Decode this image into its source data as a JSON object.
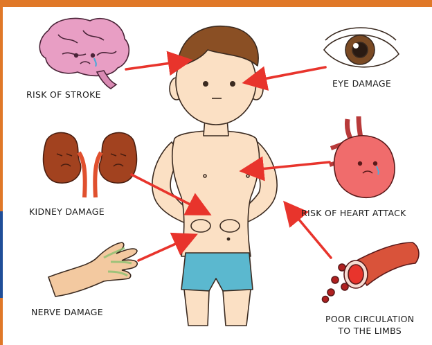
{
  "labels": {
    "stroke": "RISK OF STROKE",
    "eye": "EYE DAMAGE",
    "kidney": "KIDNEY DAMAGE",
    "heart": "RISK OF HEART ATTACK",
    "nerve": "NERVE DAMAGE",
    "circulation_line1": "POOR CIRCULATION",
    "circulation_line2": "TO THE LIMBS"
  },
  "colors": {
    "frame_orange": "#e07828",
    "frame_blue": "#1f4e99",
    "arrow_red": "#e8342c",
    "skin": "#fbe0c4",
    "hair": "#8a4f24",
    "shorts": "#5bb8cf",
    "brain": "#e89ec4",
    "kidney": "#a2421f",
    "heart": "#f06c6c"
  },
  "icons": [
    "brain-icon",
    "eye-icon",
    "kidneys-icon",
    "heart-icon",
    "hand-icon",
    "blood-vessel-icon",
    "boy-figure"
  ]
}
